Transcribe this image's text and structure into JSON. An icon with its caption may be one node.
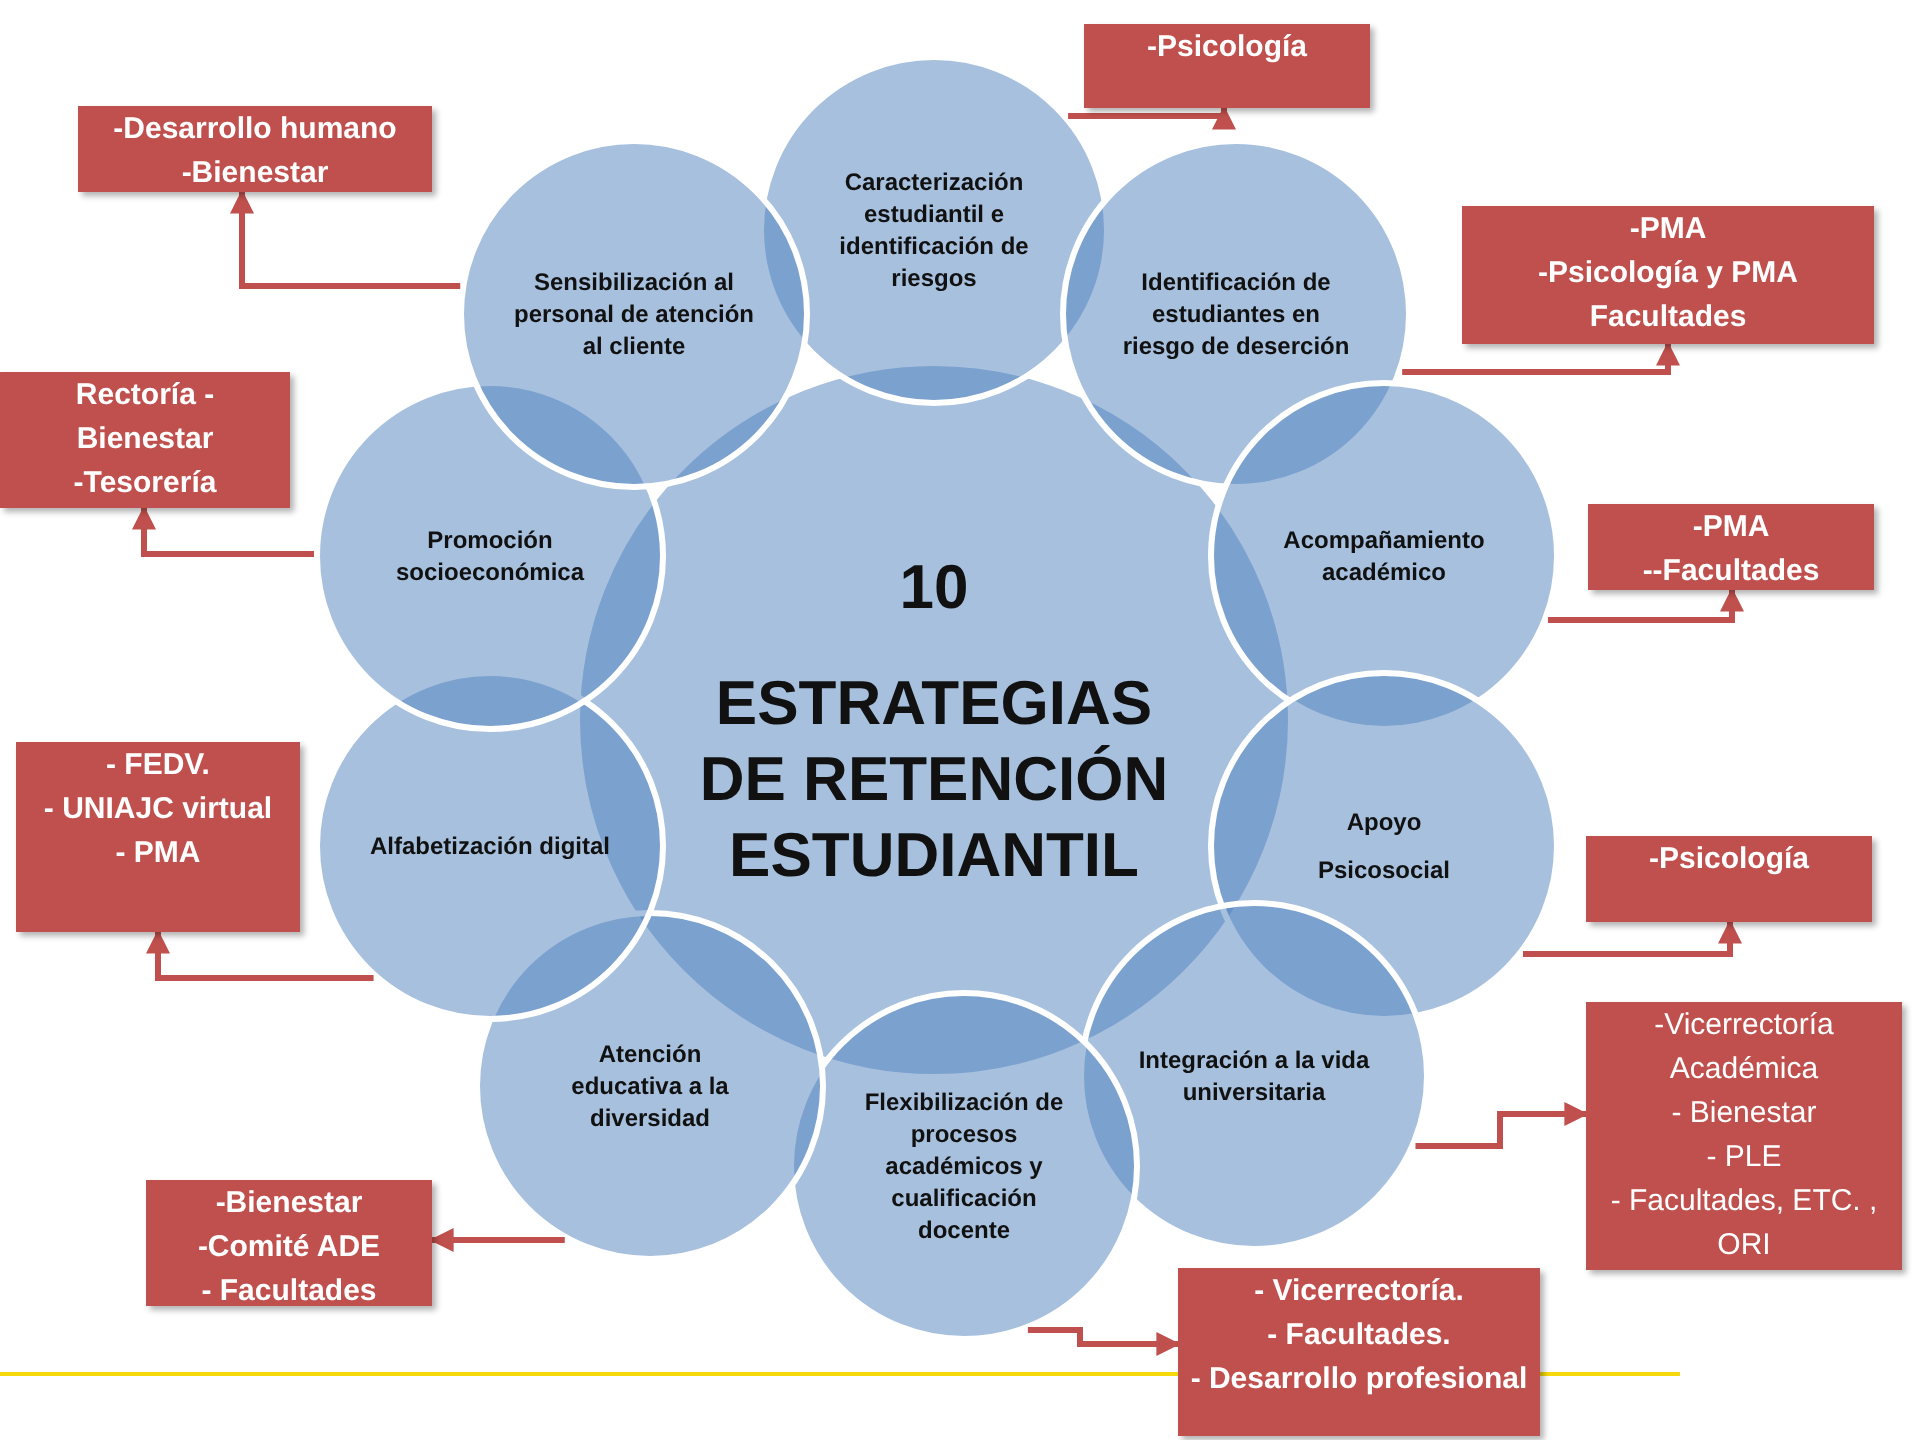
{
  "diagram": {
    "nodes": [
      {
        "text": [
          "10",
          "ESTRATEGIAS DE RETENCIÓN ESTUDIANTIL"
        ]
      },
      {
        "text": [
          "Caracterización estudiantil e identificación de riesgos"
        ]
      },
      {
        "text": [
          "Identificación de estudiantes en riesgo de deserción"
        ]
      },
      {
        "text": [
          "Acompañamiento académico"
        ]
      },
      {
        "text": [
          "Apoyo",
          "Psicosocial"
        ]
      },
      {
        "text": [
          "Integración a la vida universitaria"
        ]
      },
      {
        "text": [
          "Flexibilización de procesos académicos y cualificación docente"
        ]
      },
      {
        "text": [
          "Atención educativa a la diversidad"
        ]
      },
      {
        "text": [
          "Alfabetización digital"
        ]
      },
      {
        "text": [
          "Promoción socioeconómica"
        ]
      },
      {
        "text": [
          "Sensibilización al personal de atención al cliente"
        ]
      },
      {
        "text": [
          "-Psicología"
        ]
      },
      {
        "text": [
          "-PMA",
          "-Psicología y PMA",
          "Facultades"
        ]
      },
      {
        "text": [
          "-PMA",
          "--Facultades"
        ]
      },
      {
        "text": [
          "-Psicología"
        ]
      },
      {
        "text": [
          "-Vicerrectoría Académica",
          "- Bienestar",
          "- PLE",
          "- Facultades, ETC. , ORI"
        ]
      },
      {
        "text": [
          "- Vicerrectoría.",
          "- Facultades.",
          "- Desarrollo profesional"
        ]
      },
      {
        "text": [
          "-Bienestar",
          "-Comité ADE",
          "- Facultades"
        ]
      },
      {
        "text": [
          "- FEDV.",
          "- UNIAJC virtual",
          "- PMA"
        ]
      },
      {
        "text": [
          "Rectoría - Bienestar",
          "-Tesorería"
        ]
      },
      {
        "text": [
          "-Desarrollo humano",
          "-Bienestar"
        ]
      }
    ],
    "edges": [
      {
        "from": 1,
        "to": 11,
        "arrow": "to"
      },
      {
        "from": 2,
        "to": 12,
        "arrow": "to"
      },
      {
        "from": 3,
        "to": 13,
        "arrow": "to"
      },
      {
        "from": 4,
        "to": 14,
        "arrow": "to"
      },
      {
        "from": 5,
        "to": 15,
        "arrow": "to"
      },
      {
        "from": 6,
        "to": 16,
        "arrow": "to"
      },
      {
        "from": 7,
        "to": 17,
        "arrow": "to"
      },
      {
        "from": 8,
        "to": 18,
        "arrow": "to"
      },
      {
        "from": 9,
        "to": 19,
        "arrow": "to"
      },
      {
        "from": 10,
        "to": 20,
        "arrow": "to"
      }
    ]
  }
}
